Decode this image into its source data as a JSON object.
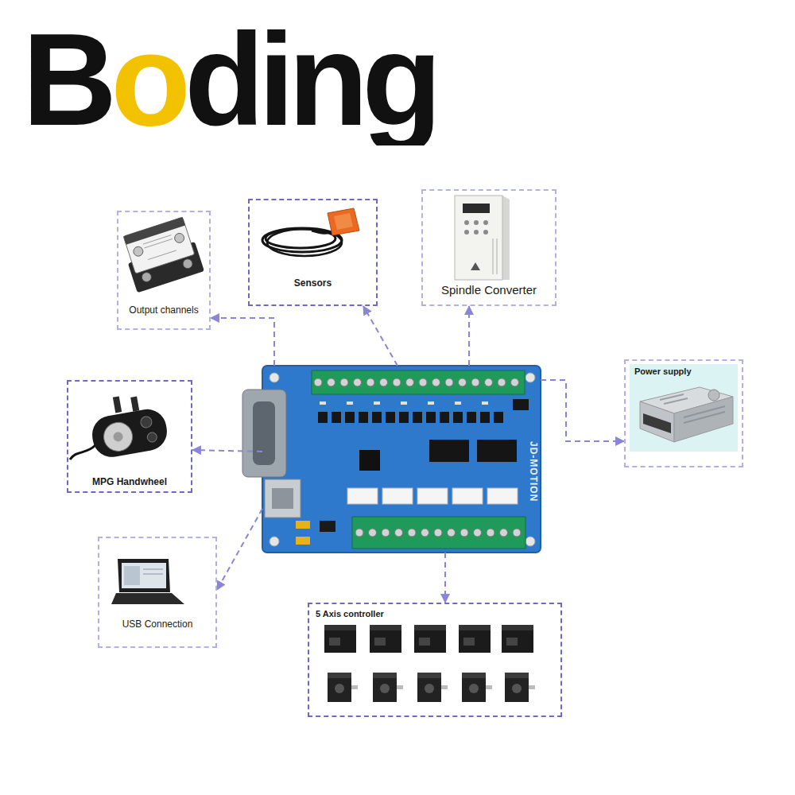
{
  "diagram": {
    "title": "Boding",
    "nodes": [
      {
        "text": [
          "Output channels"
        ]
      },
      {
        "text": [
          "Sensors"
        ]
      },
      {
        "text": [
          "Spindle Converter"
        ]
      },
      {
        "text": [
          "MPG Handwheel"
        ]
      },
      {
        "text": [
          "JD-MOTION"
        ]
      },
      {
        "text": [
          "Power supply"
        ]
      },
      {
        "text": [
          "USB Connection"
        ]
      },
      {
        "text": [
          "5 Axis controller"
        ]
      }
    ],
    "edges": [
      {
        "from": 4,
        "to": 0,
        "arrow": "to"
      },
      {
        "from": 4,
        "to": 1,
        "arrow": "to"
      },
      {
        "from": 4,
        "to": 2,
        "arrow": "to"
      },
      {
        "from": 4,
        "to": 5,
        "arrow": "to"
      },
      {
        "from": 4,
        "to": 3,
        "arrow": "to"
      },
      {
        "from": 4,
        "to": 6,
        "arrow": "to"
      },
      {
        "from": 4,
        "to": 7,
        "arrow": "to"
      }
    ]
  }
}
